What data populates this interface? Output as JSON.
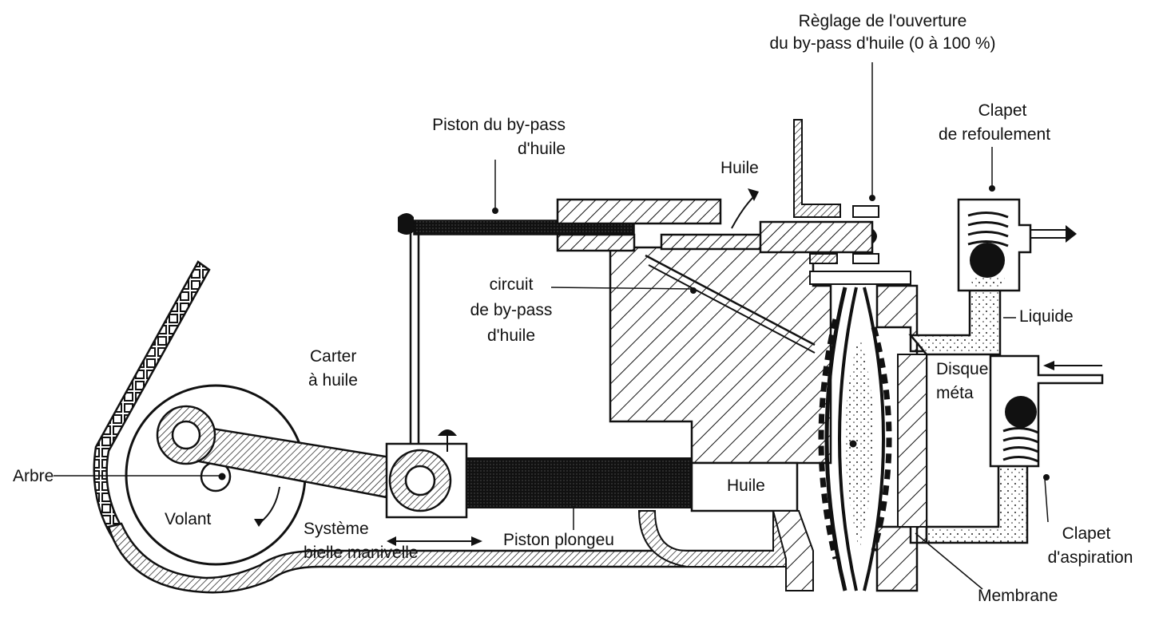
{
  "labels": {
    "reglage_l1": "Règlage de l'ouverture",
    "reglage_l2": "du by-pass d'huile (0 à 100 %)",
    "clapet_ref_l1": "Clapet",
    "clapet_ref_l2": "de refoulement",
    "piston_bypass_l1": "Piston du by-pass",
    "piston_bypass_l2": "d'huile",
    "huile_top": "Huile",
    "circuit_l1": "circuit",
    "circuit_l2": "de by-pass",
    "circuit_l3": "d'huile",
    "liquide": "Liquide",
    "carter_l1": "Carter",
    "carter_l2": "à huile",
    "disque_l1": "Disque",
    "disque_l2": "méta",
    "arbre": "Arbre",
    "volant": "Volant",
    "huile_mid": "Huile",
    "systeme_l1": "Système",
    "systeme_l2": "bielle manivelle",
    "piston_plongeur": "Piston plongeu",
    "clapet_asp_l1": "Clapet",
    "clapet_asp_l2": "d'aspiration",
    "membrane": "Membrane"
  },
  "colors": {
    "ink": "#111111",
    "paper": "#ffffff"
  }
}
